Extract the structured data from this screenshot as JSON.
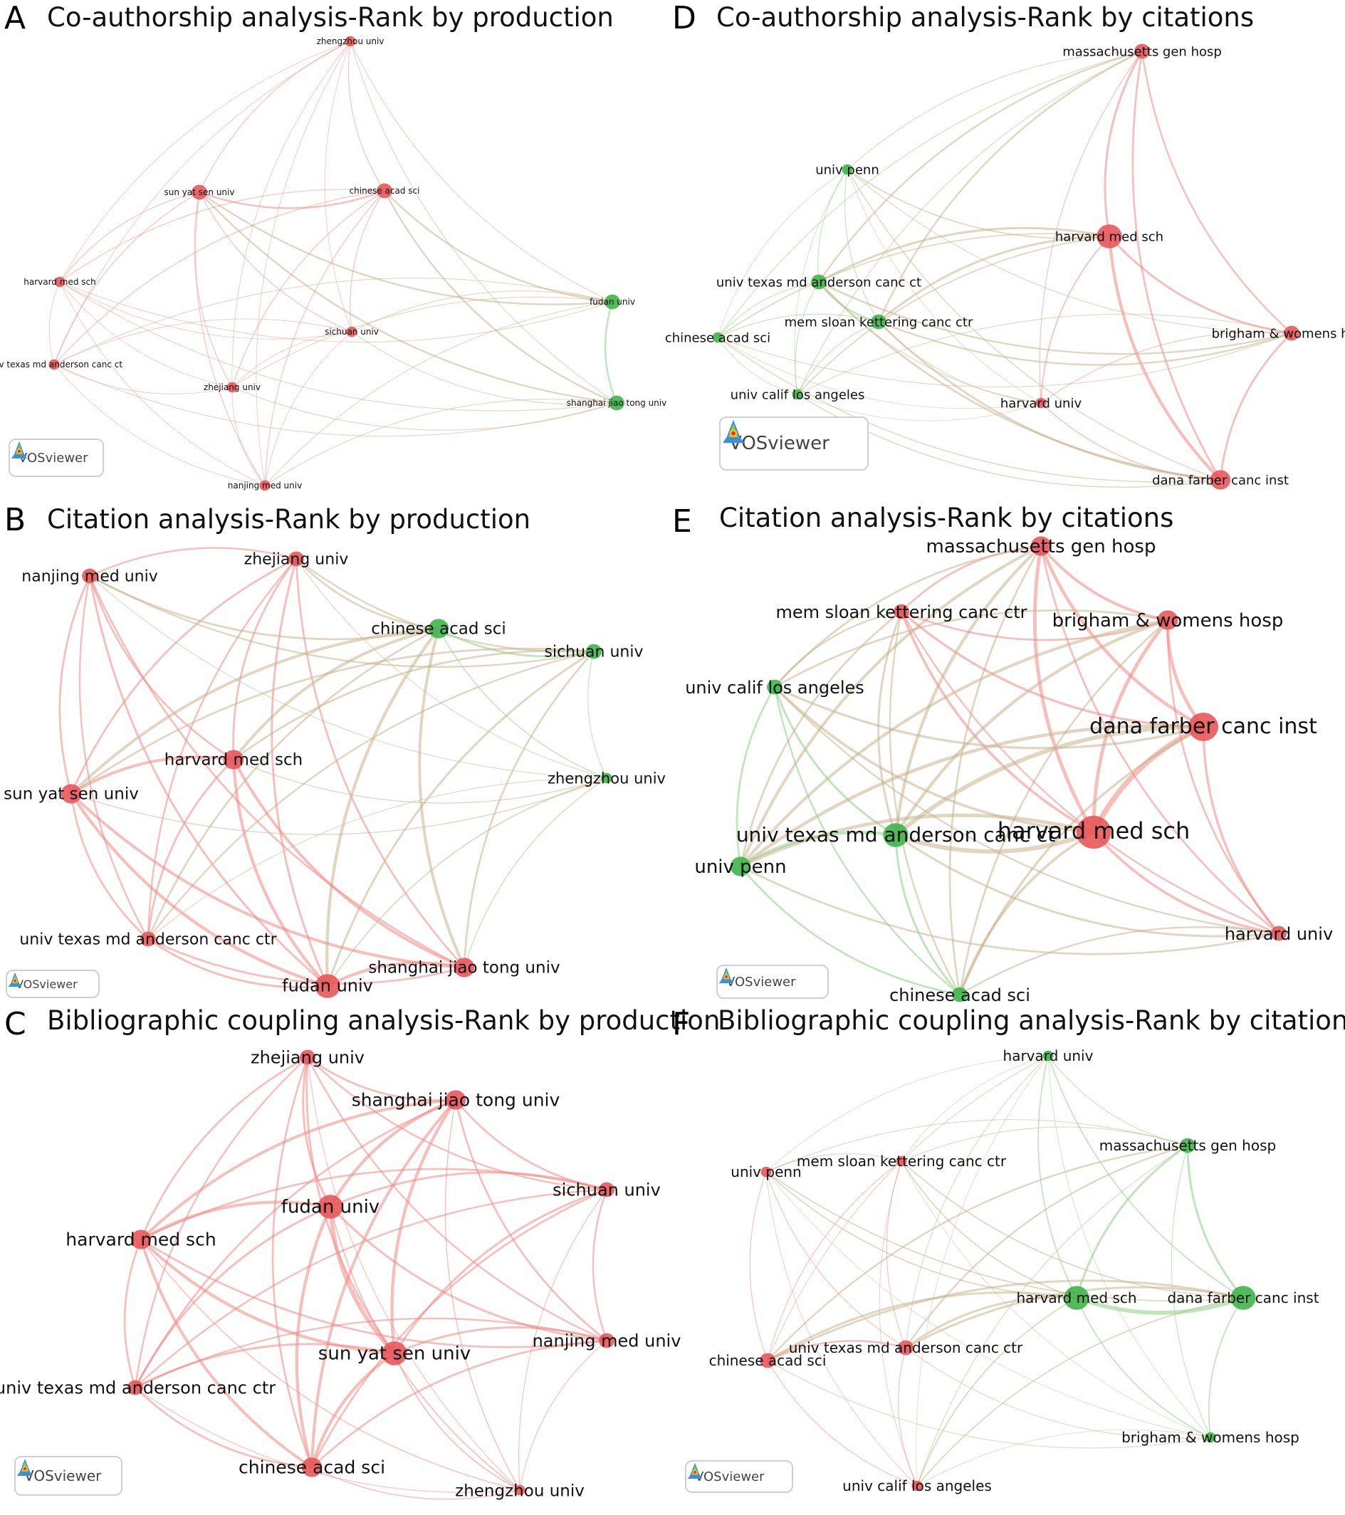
{
  "logo_text": "VOSviewer",
  "colors": {
    "red_cluster": "#e8575a",
    "green_cluster": "#3fb54a",
    "red_link": "#ef8a85",
    "green_link": "#8ccf86"
  },
  "panels": [
    {
      "id": "A",
      "letter": "A",
      "title": "Co-authorship analysis-Rank by production",
      "nodes": [
        {
          "label": "zhengzhou univ",
          "cluster": "red",
          "weight": 1
        },
        {
          "label": "sun yat sen univ",
          "cluster": "red",
          "weight": 2
        },
        {
          "label": "chinese acad sci",
          "cluster": "red",
          "weight": 2
        },
        {
          "label": "harvard med sch",
          "cluster": "red",
          "weight": 1
        },
        {
          "label": "fudan univ",
          "cluster": "green",
          "weight": 2
        },
        {
          "label": "sichuan univ",
          "cluster": "red",
          "weight": 1
        },
        {
          "label": "univ texas md anderson canc ct",
          "cluster": "red",
          "weight": 1
        },
        {
          "label": "zhejiang univ",
          "cluster": "red",
          "weight": 1
        },
        {
          "label": "shanghai jiao tong univ",
          "cluster": "green",
          "weight": 2
        },
        {
          "label": "nanjing med univ",
          "cluster": "red",
          "weight": 1
        }
      ]
    },
    {
      "id": "D",
      "letter": "D",
      "title": "Co-authorship analysis-Rank by citations",
      "nodes": [
        {
          "label": "massachusetts gen hosp",
          "cluster": "red",
          "weight": 2
        },
        {
          "label": "univ penn",
          "cluster": "green",
          "weight": 1
        },
        {
          "label": "harvard med sch",
          "cluster": "red",
          "weight": 4
        },
        {
          "label": "univ texas md anderson canc ct",
          "cluster": "green",
          "weight": 2
        },
        {
          "label": "mem sloan kettering canc ctr",
          "cluster": "green",
          "weight": 2
        },
        {
          "label": "chinese acad sci",
          "cluster": "green",
          "weight": 1
        },
        {
          "label": "brigham & womens hosp",
          "cluster": "red",
          "weight": 2
        },
        {
          "label": "univ calif los angeles",
          "cluster": "green",
          "weight": 1
        },
        {
          "label": "harvard univ",
          "cluster": "red",
          "weight": 1
        },
        {
          "label": "dana farber canc inst",
          "cluster": "red",
          "weight": 3
        }
      ]
    },
    {
      "id": "B",
      "letter": "B",
      "title": "Citation analysis-Rank by production",
      "nodes": [
        {
          "label": "zhejiang univ",
          "cluster": "red",
          "weight": 2
        },
        {
          "label": "nanjing med univ",
          "cluster": "red",
          "weight": 2
        },
        {
          "label": "chinese acad sci",
          "cluster": "green",
          "weight": 3
        },
        {
          "label": "sichuan univ",
          "cluster": "green",
          "weight": 2
        },
        {
          "label": "harvard med sch",
          "cluster": "red",
          "weight": 3
        },
        {
          "label": "sun yat sen univ",
          "cluster": "red",
          "weight": 3
        },
        {
          "label": "zhengzhou univ",
          "cluster": "green",
          "weight": 1
        },
        {
          "label": "univ texas md anderson canc ctr",
          "cluster": "red",
          "weight": 2
        },
        {
          "label": "shanghai jiao tong univ",
          "cluster": "red",
          "weight": 3
        },
        {
          "label": "fudan univ",
          "cluster": "red",
          "weight": 4
        }
      ]
    },
    {
      "id": "E",
      "letter": "E",
      "title": "Citation analysis-Rank by citations",
      "nodes": [
        {
          "label": "massachusetts gen hosp",
          "cluster": "red",
          "weight": 3
        },
        {
          "label": "mem sloan kettering canc ctr",
          "cluster": "red",
          "weight": 2
        },
        {
          "label": "brigham & womens hosp",
          "cluster": "red",
          "weight": 3
        },
        {
          "label": "univ calif los angeles",
          "cluster": "green",
          "weight": 2
        },
        {
          "label": "dana farber canc inst",
          "cluster": "red",
          "weight": 5
        },
        {
          "label": "univ texas md anderson canc ct",
          "cluster": "green",
          "weight": 4
        },
        {
          "label": "harvard med sch",
          "cluster": "red",
          "weight": 6
        },
        {
          "label": "univ penn",
          "cluster": "green",
          "weight": 3
        },
        {
          "label": "harvard univ",
          "cluster": "red",
          "weight": 2
        },
        {
          "label": "chinese acad sci",
          "cluster": "green",
          "weight": 2
        }
      ]
    },
    {
      "id": "C",
      "letter": "C",
      "title": "Bibliographic coupling analysis-Rank by production",
      "nodes": [
        {
          "label": "zhejiang univ",
          "cluster": "red",
          "weight": 2
        },
        {
          "label": "shanghai jiao tong univ",
          "cluster": "red",
          "weight": 3
        },
        {
          "label": "sichuan univ",
          "cluster": "red",
          "weight": 2
        },
        {
          "label": "fudan univ",
          "cluster": "red",
          "weight": 4
        },
        {
          "label": "harvard med sch",
          "cluster": "red",
          "weight": 3
        },
        {
          "label": "nanjing med univ",
          "cluster": "red",
          "weight": 2
        },
        {
          "label": "sun yat sen univ",
          "cluster": "red",
          "weight": 4
        },
        {
          "label": "univ texas md anderson canc ctr",
          "cluster": "red",
          "weight": 2
        },
        {
          "label": "chinese acad sci",
          "cluster": "red",
          "weight": 3
        },
        {
          "label": "zhengzhou univ",
          "cluster": "red",
          "weight": 1
        }
      ]
    },
    {
      "id": "F",
      "letter": "F",
      "title": "Bibliographic coupling analysis-Rank by citations",
      "nodes": [
        {
          "label": "harvard univ",
          "cluster": "green",
          "weight": 1
        },
        {
          "label": "massachusetts gen hosp",
          "cluster": "green",
          "weight": 2
        },
        {
          "label": "mem sloan kettering canc ctr",
          "cluster": "red",
          "weight": 1
        },
        {
          "label": "univ penn",
          "cluster": "red",
          "weight": 1
        },
        {
          "label": "harvard med sch",
          "cluster": "green",
          "weight": 4
        },
        {
          "label": "dana farber canc inst",
          "cluster": "green",
          "weight": 4
        },
        {
          "label": "univ texas md anderson canc ctr",
          "cluster": "red",
          "weight": 2
        },
        {
          "label": "chinese acad sci",
          "cluster": "red",
          "weight": 2
        },
        {
          "label": "brigham & womens hosp",
          "cluster": "green",
          "weight": 1
        },
        {
          "label": "univ calif los angeles",
          "cluster": "red",
          "weight": 1
        }
      ]
    }
  ]
}
